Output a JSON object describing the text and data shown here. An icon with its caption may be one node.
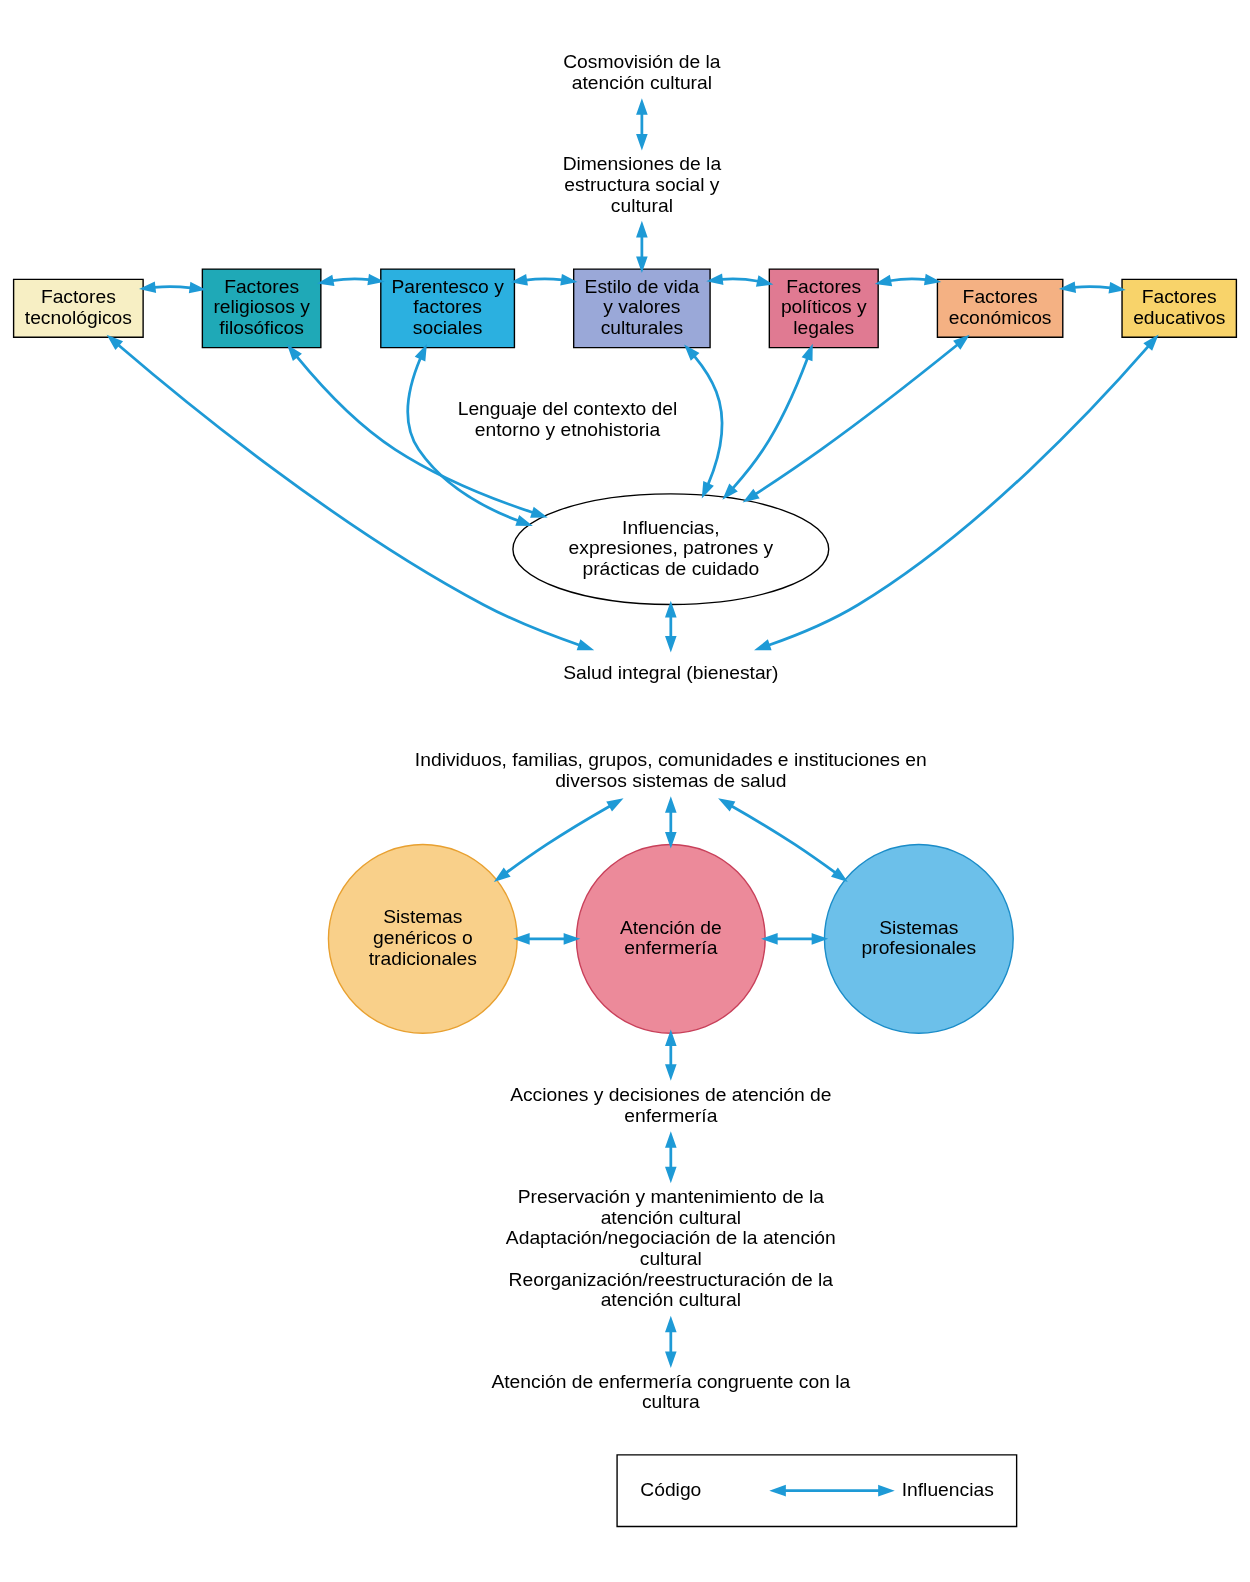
{
  "diagram": {
    "nodes": [
      {
        "text": [
          "Cosmovisión de la atención cultural"
        ]
      },
      {
        "text": [
          "Dimensiones de la estructura social y cultural"
        ]
      },
      {
        "text": [
          "Factores tecnológicos"
        ]
      },
      {
        "text": [
          "Factores religiosos y filosóficos"
        ]
      },
      {
        "text": [
          "Parentesco y factores sociales"
        ]
      },
      {
        "text": [
          "Estilo de vida y valores culturales"
        ]
      },
      {
        "text": [
          "Factores políticos y legales"
        ]
      },
      {
        "text": [
          "Factores económicos"
        ]
      },
      {
        "text": [
          "Factores educativos"
        ]
      },
      {
        "text": [
          "Lenguaje del contexto del entorno y etnohistoria"
        ]
      },
      {
        "text": [
          "Influencias, expresiones, patrones y prácticas de cuidado"
        ]
      },
      {
        "text": [
          "Salud integral (bienestar)"
        ]
      },
      {
        "text": [
          "Individuos, familias, grupos, comunidades e instituciones en diversos sistemas de salud"
        ]
      },
      {
        "text": [
          "Sistemas genéricos o tradicionales"
        ]
      },
      {
        "text": [
          "Atención de enfermería"
        ]
      },
      {
        "text": [
          "Sistemas profesionales"
        ]
      },
      {
        "text": [
          "Acciones y decisiones de atención de enfermería"
        ]
      },
      {
        "text": [
          "Preservación y mantenimiento de la atención cultural",
          "Adaptación/negociación de la atención cultural",
          "Reorganización/reestructuración de la atención cultural"
        ]
      },
      {
        "text": [
          "Atención de enfermería congruente con la cultura"
        ]
      },
      {
        "text": [],
        "shape": "box"
      }
    ],
    "edges": [
      {
        "from": 0,
        "to": 1,
        "arrow": "both"
      },
      {
        "from": 1,
        "to": 5,
        "arrow": "both"
      },
      {
        "from": 2,
        "to": 3,
        "arrow": "both"
      },
      {
        "from": 3,
        "to": 4,
        "arrow": "both"
      },
      {
        "from": 4,
        "to": 5,
        "arrow": "both"
      },
      {
        "from": 5,
        "to": 6,
        "arrow": "both"
      },
      {
        "from": 6,
        "to": 7,
        "arrow": "both"
      },
      {
        "from": 7,
        "to": 8,
        "arrow": "both"
      },
      {
        "from": 3,
        "to": 10,
        "arrow": "both"
      },
      {
        "from": 4,
        "to": 10,
        "arrow": "both"
      },
      {
        "from": 5,
        "to": 10,
        "arrow": "both"
      },
      {
        "from": 6,
        "to": 10,
        "arrow": "both"
      },
      {
        "from": 7,
        "to": 10,
        "arrow": "both"
      },
      {
        "from": 2,
        "to": 11,
        "arrow": "both"
      },
      {
        "from": 10,
        "to": 11,
        "arrow": "both"
      },
      {
        "from": 8,
        "to": 11,
        "arrow": "both"
      },
      {
        "from": 12,
        "to": 13,
        "arrow": "both"
      },
      {
        "from": 12,
        "to": 14,
        "arrow": "both"
      },
      {
        "from": 12,
        "to": 15,
        "arrow": "both"
      },
      {
        "from": 13,
        "to": 14,
        "arrow": "both"
      },
      {
        "from": 14,
        "to": 15,
        "arrow": "both"
      },
      {
        "from": 14,
        "to": 16,
        "arrow": "both"
      },
      {
        "from": 16,
        "to": 17,
        "arrow": "both"
      },
      {
        "from": 17,
        "to": 18,
        "arrow": "both"
      }
    ],
    "labels": [
      "Código"
    ],
    "legend": [
      {
        "text": "Influencias"
      }
    ]
  }
}
